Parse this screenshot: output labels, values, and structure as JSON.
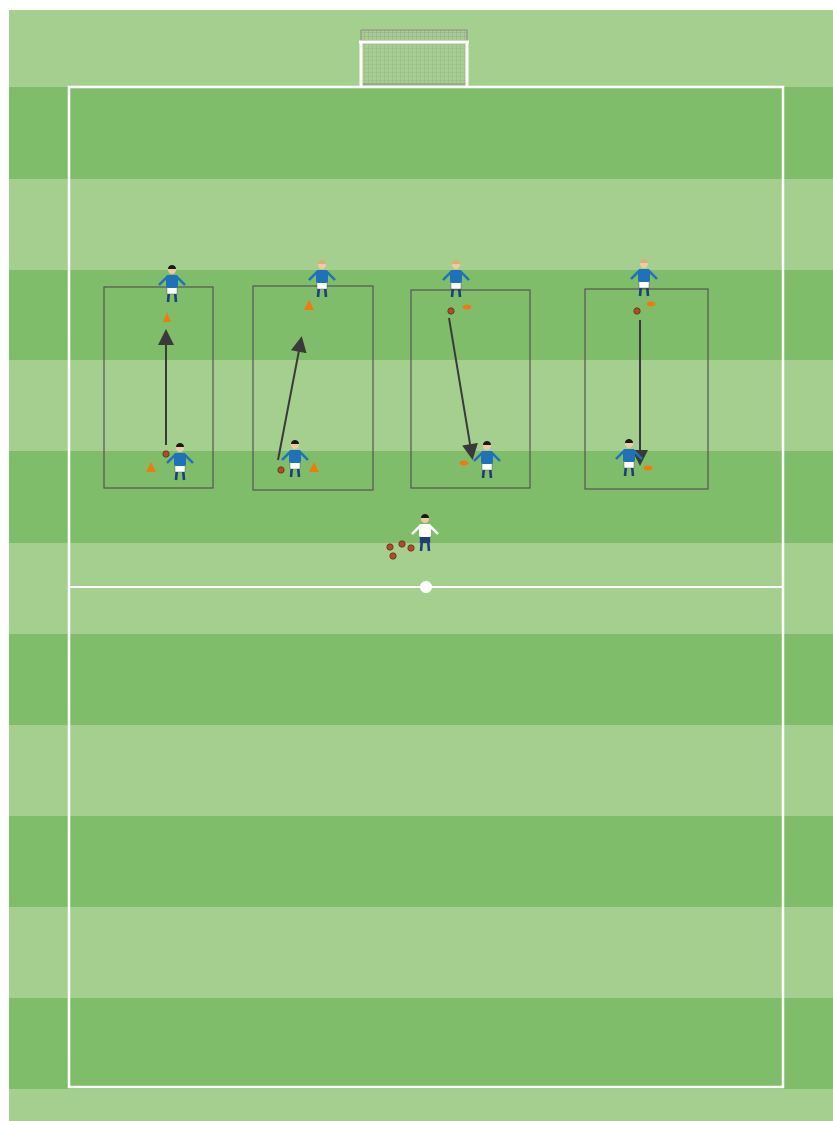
{
  "colors": {
    "stripe_light": "#a5cf8f",
    "stripe_dark": "#80bd6a",
    "line": "#ffffff",
    "zone_border": "#555555",
    "arrow": "#3a3a3a",
    "player_shirt": "#1f72b8",
    "player_shorts": "#ffffff",
    "coach_shirt": "#ffffff",
    "coach_pants": "#1a3f7a",
    "cone": "#f07a10",
    "ball": "#b04a2a"
  },
  "elements": {
    "goal": "goal-frame",
    "pitch": "grass-pitch-striped",
    "halfway_line": "halfway-line",
    "centre_spot": "centre-spot"
  },
  "drill": {
    "zones": 4,
    "players_per_zone": 2,
    "coach": 1,
    "spare_balls": 4,
    "pass_directions": [
      "up",
      "up",
      "down",
      "down"
    ]
  }
}
